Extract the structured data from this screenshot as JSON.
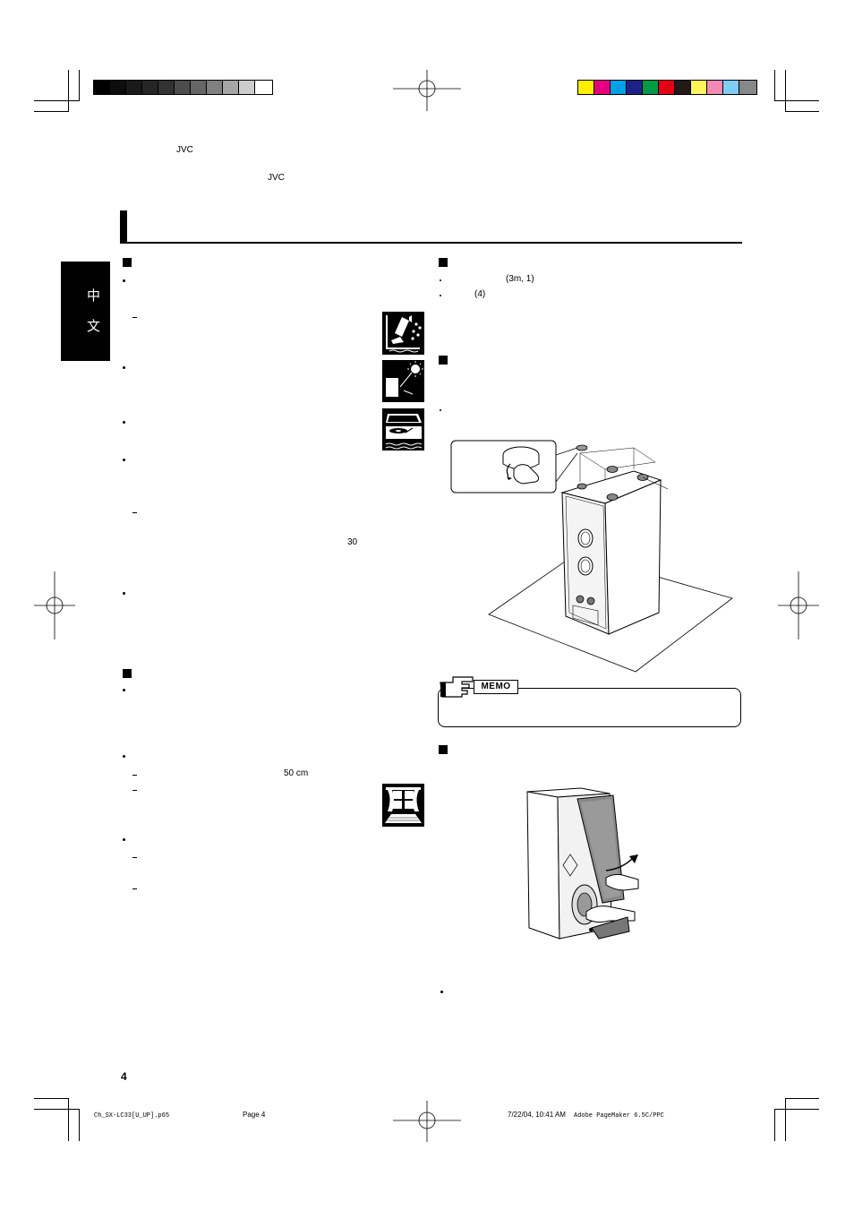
{
  "header": {
    "brand_line_1": "JVC",
    "brand_line_2": "JVC"
  },
  "side_tab": {
    "char_1": "中",
    "char_2": "文"
  },
  "left_column": {
    "note_30": "30",
    "note_50cm": "50 cm"
  },
  "right_column": {
    "note_cable": "(3m, 1)",
    "note_count": "(4)"
  },
  "memo": {
    "label": "MEMO"
  },
  "page_number": "4",
  "footer": {
    "file_name": "Ch_SX-LC33[U_UP].p65",
    "page_label": "Page 4",
    "timestamp": "7/22/04, 10:41 AM",
    "application": "Adobe PageMaker 6.5C/PPC"
  },
  "colors": {
    "grayscale_bar": [
      "#000000",
      "#0d0d0d",
      "#1a1a1a",
      "#262626",
      "#333333",
      "#4d4d4d",
      "#666666",
      "#808080",
      "#a6a6a6",
      "#cccccc",
      "#ffffff"
    ],
    "color_bar": [
      "#ffee00",
      "#e6007e",
      "#00a0e9",
      "#1d2088",
      "#009944",
      "#e60012",
      "#231815",
      "#fff45c",
      "#f08bb6",
      "#7ecef4",
      "#888888"
    ],
    "side_tab": "#000000"
  },
  "icons": [
    "registration-mark-icon",
    "crop-mark-icon",
    "splash-warning-icon",
    "sunlight-warning-icon",
    "turntable-warning-icon",
    "window-curtain-icon",
    "pointing-hand-icon"
  ]
}
